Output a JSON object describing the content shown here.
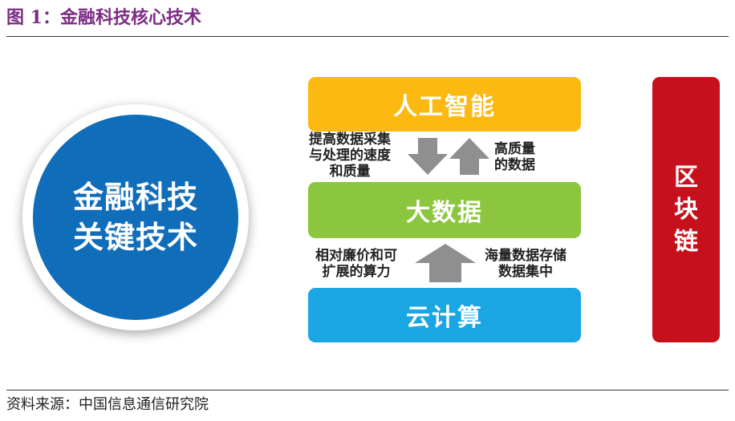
{
  "figure": {
    "title": "图 1：金融科技核心技术",
    "source": "资料来源：中国信息通信研究院"
  },
  "center": {
    "lines": [
      "金融科技",
      "关键技术"
    ],
    "color": "#0f6dba"
  },
  "layers": {
    "ai": {
      "label": "人工智能",
      "color": "#fbb911"
    },
    "bigdata": {
      "label": "大数据",
      "color": "#8cc63f"
    },
    "cloud": {
      "label": "云计算",
      "color": "#1aa6e3"
    }
  },
  "notes": {
    "bigdata_to_ai": [
      "提高数据采集",
      "与处理的速度",
      "和质量"
    ],
    "ai_to_bigdata": [
      "高质量",
      "的数据"
    ],
    "cloud_left": [
      "相对廉价和可",
      "扩展的算力"
    ],
    "cloud_right": [
      "海量数据存储",
      "数据集中"
    ]
  },
  "blockchain": {
    "chars": [
      "区",
      "块",
      "链"
    ],
    "color": "#c6111c"
  },
  "colors": {
    "title": "#7b2c84",
    "arrow": "#8f8f8f"
  }
}
